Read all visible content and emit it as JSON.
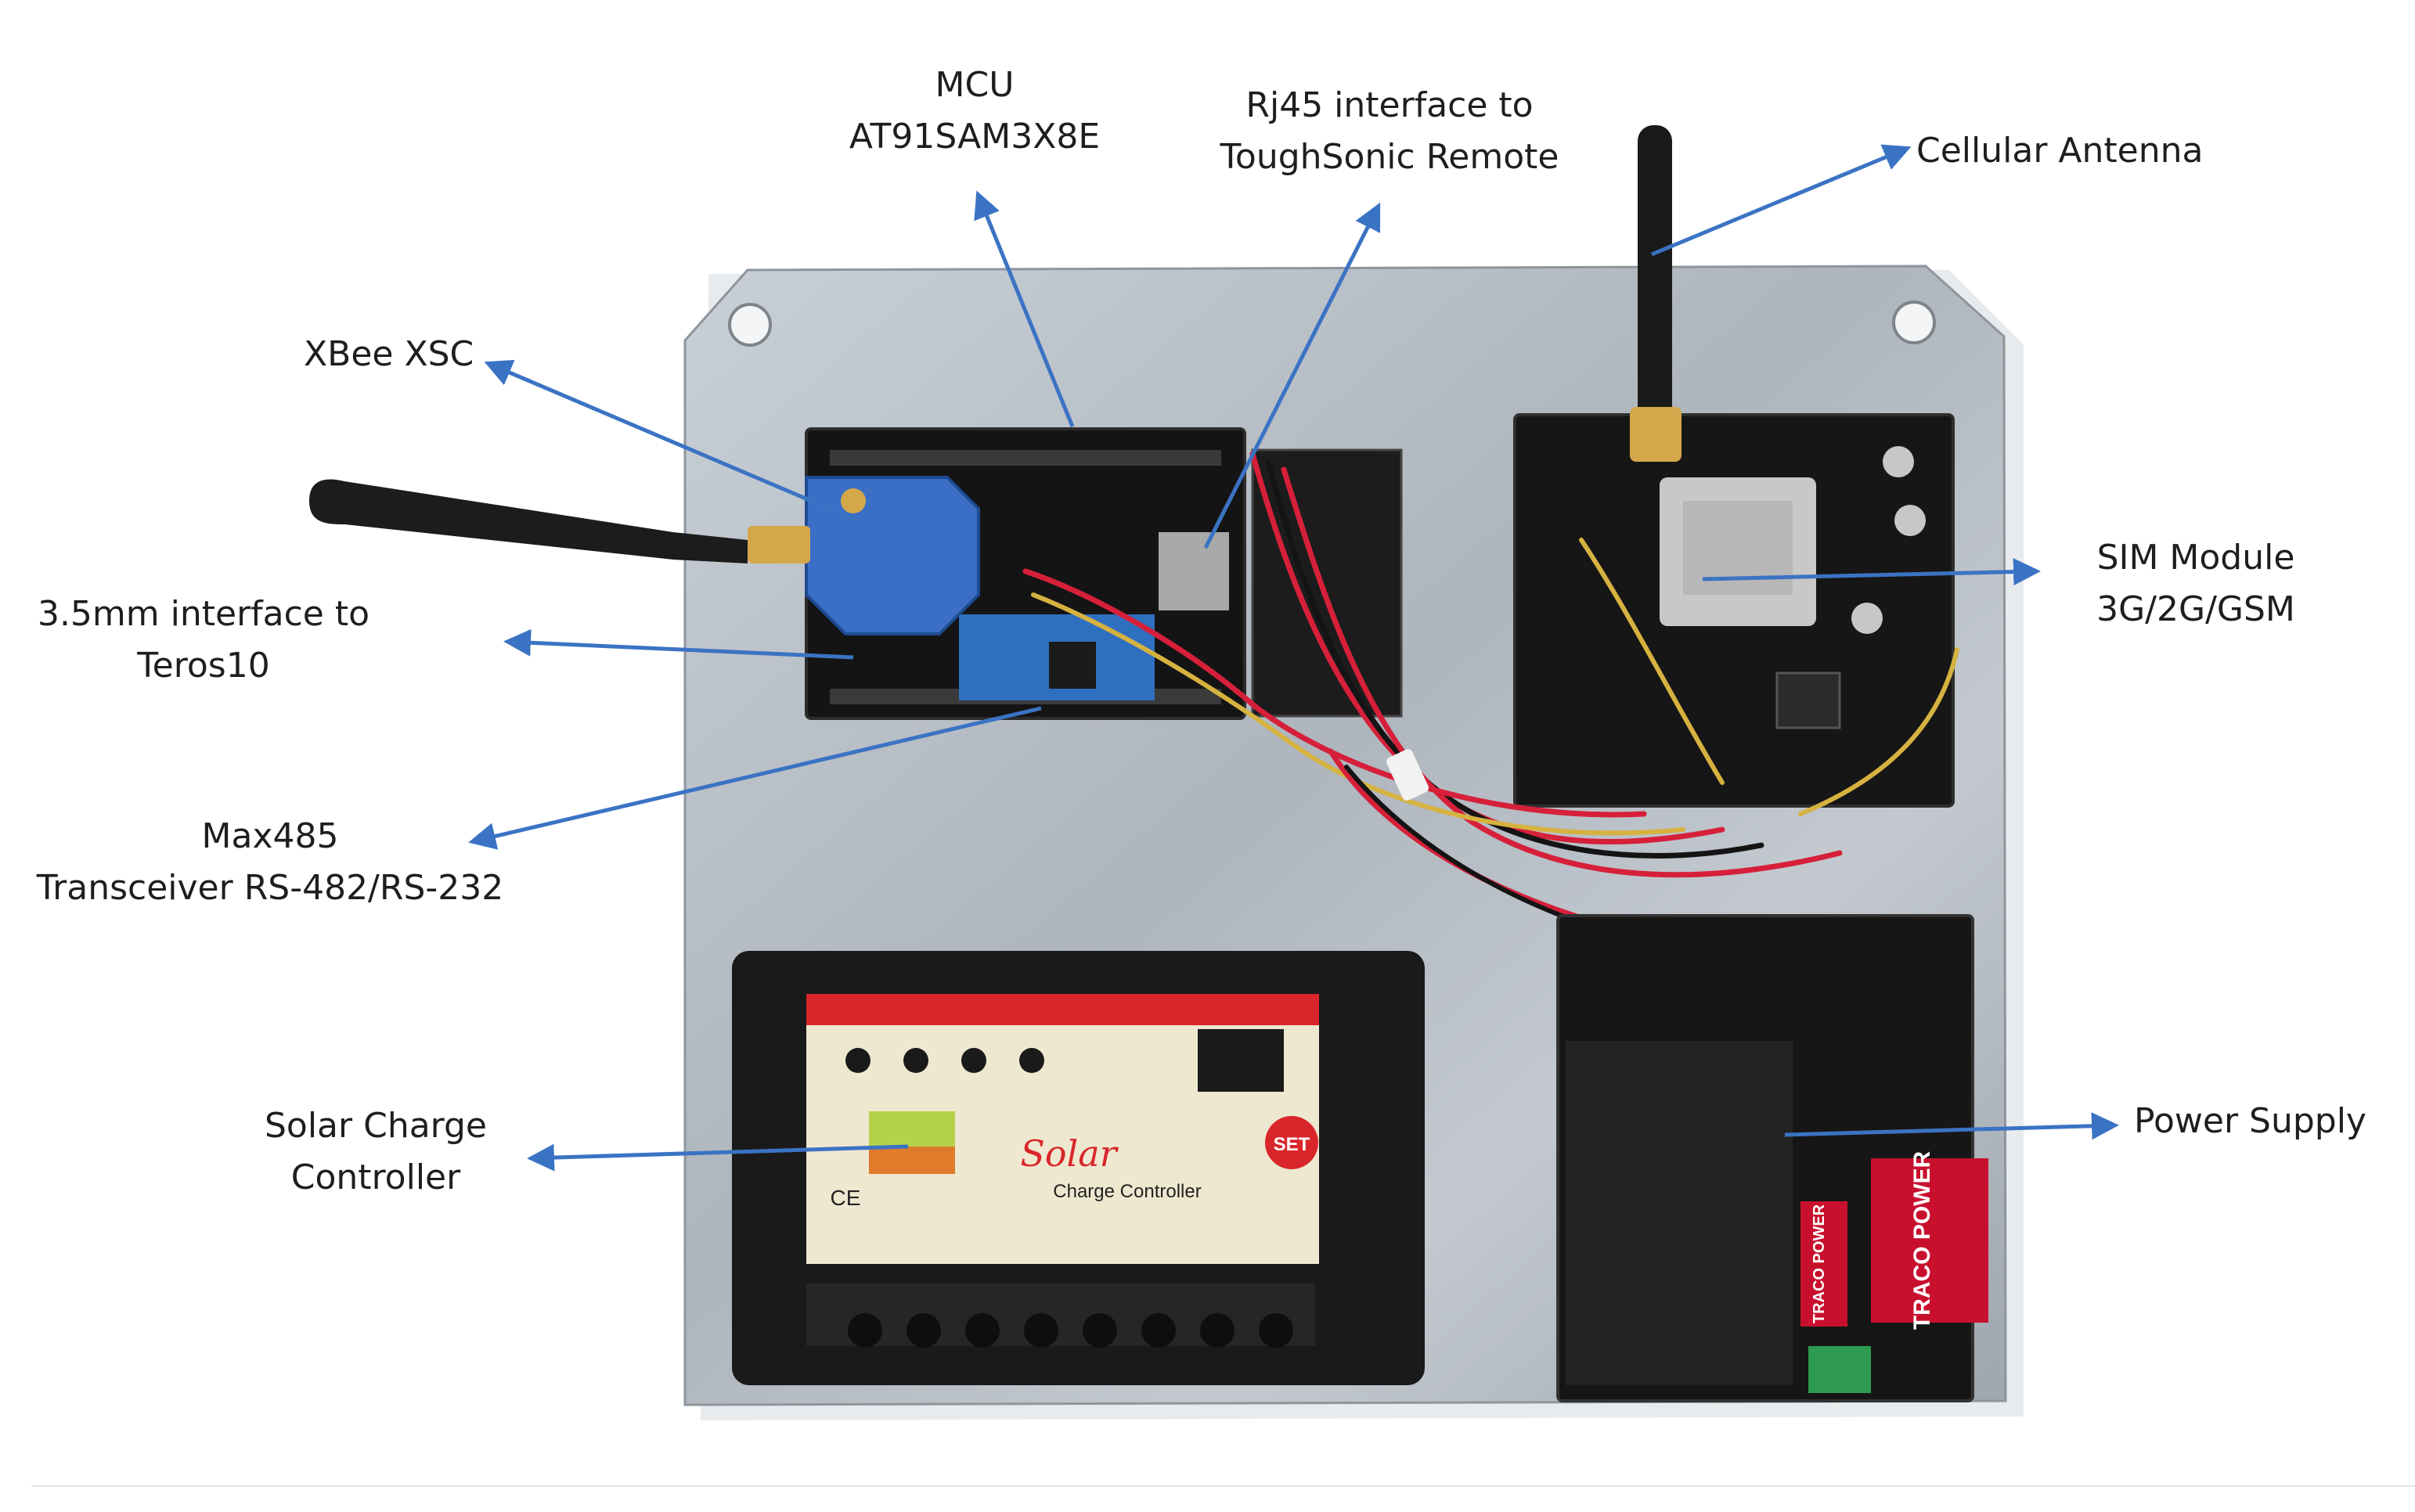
{
  "labels": {
    "mcu": [
      "MCU",
      "AT91SAM3X8E"
    ],
    "rj45": [
      "Rj45 interface to",
      "ToughSonic Remote"
    ],
    "cellular": [
      "Cellular Antenna"
    ],
    "xbee": [
      "XBee XSC"
    ],
    "teros": [
      "3.5mm interface to",
      "Teros10"
    ],
    "sim": [
      "SIM Module",
      "3G/2G/GSM"
    ],
    "max485": [
      "Max485",
      "Transceiver RS-482/RS-232"
    ],
    "solar_label": [
      "Solar Charge",
      "Controller"
    ],
    "power": [
      "Power Supply"
    ]
  },
  "device_text": {
    "solar_brand": "Solar",
    "solar_sub": "Charge Controller",
    "set_button": "SET",
    "ce_mark": "CE",
    "traco_1": "TRACO POWER",
    "traco_2": "TRACO POWER"
  },
  "colors": {
    "arrow": "#3b73c4",
    "plate": "#b7bec6",
    "pcb": "#141414",
    "wire_red": "#d6203a",
    "wire_yellow": "#d6b240",
    "controller_red": "#d8262a",
    "controller_face": "#efe8d0",
    "traco_red": "#c8102e"
  }
}
